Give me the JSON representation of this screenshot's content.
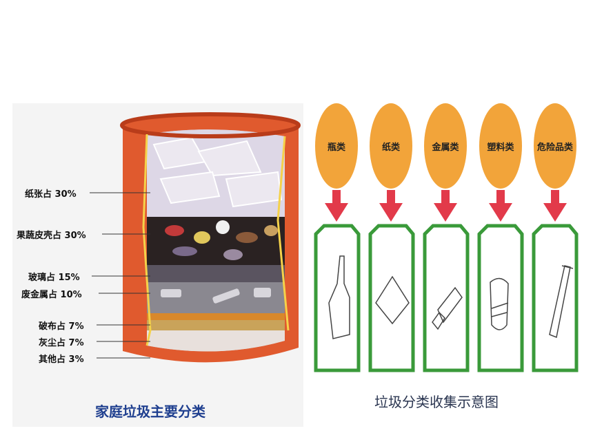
{
  "left": {
    "labels": [
      {
        "text": "纸张占 30%"
      },
      {
        "text": "果蔬皮壳占 30%"
      },
      {
        "text": "玻璃占 15%"
      },
      {
        "text": "废金属占 10%"
      },
      {
        "text": "破布占 7%"
      },
      {
        "text": "灰尘占 7%"
      },
      {
        "text": "其他占 3%"
      }
    ],
    "caption": "家庭垃圾主要分类"
  },
  "right": {
    "categories": [
      {
        "label": "瓶类",
        "item_icon": "bottle-icon"
      },
      {
        "label": "纸类",
        "item_icon": "paper-icon"
      },
      {
        "label": "金属类",
        "item_icon": "can-icon"
      },
      {
        "label": "塑料类",
        "item_icon": "plastic-container-icon"
      },
      {
        "label": "危险品类",
        "item_icon": "battery-tube-icon"
      }
    ],
    "caption": "垃圾分类收集示意图"
  },
  "colors": {
    "barrel": "#e05a2e",
    "barrel_dark": "#b93c1a",
    "barrel_rim": "#f08a5d",
    "bubble": "#f2a43a",
    "arrow": "#e23a4a",
    "bin_border": "#3a9a3a",
    "caption_blue": "#1f3f8f"
  }
}
